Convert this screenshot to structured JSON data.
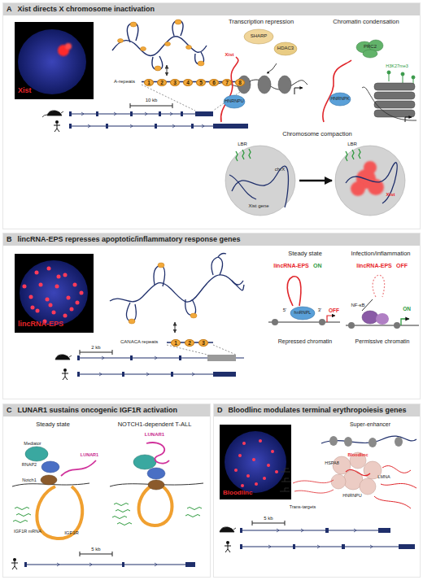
{
  "diagram": {
    "nodes": [
      {
        "text": [
          "A",
          "Xist directs X chromosome inactivation"
        ]
      },
      {
        "text": [
          "1"
        ],
        "in": 0
      },
      {
        "text": [
          "2"
        ],
        "in": 0
      },
      {
        "text": [
          "3"
        ],
        "in": 0
      },
      {
        "text": [
          "4"
        ],
        "in": 0
      },
      {
        "text": [
          "5"
        ],
        "in": 0
      },
      {
        "text": [
          "6"
        ],
        "in": 0
      },
      {
        "text": [
          "7"
        ],
        "in": 0
      },
      {
        "text": [
          "8"
        ],
        "in": 0
      },
      {
        "text": [
          "B",
          "lincRNA-EPS represses apoptotic/inflammatory response genes"
        ]
      },
      {
        "text": [
          "1"
        ],
        "in": 9
      },
      {
        "text": [
          "2"
        ],
        "in": 9
      },
      {
        "text": [
          "3"
        ],
        "in": 9
      },
      {
        "text": [
          "C",
          "LUNAR1 sustains oncogenic IGF1R activation"
        ]
      },
      {
        "text": [
          "D",
          "Bloodlinc modulates terminal erythropoiesis genes"
        ]
      }
    ],
    "labels": [
      "Xist",
      "A-repeats",
      "10 kb",
      "Transcription repression",
      "SHARP",
      "HDAC3",
      "Xist",
      "HNRNPU",
      "Chromatin condensation",
      "PRC2",
      "H3K27me3",
      "HNRNPK",
      "Chromosome compaction",
      "LBR",
      "chrX",
      "Xist gene",
      "LBR",
      "Xist",
      "lincRNA-EPS",
      "CANACA repeats",
      "2 kb",
      "Steady state",
      "Infection/inflammation",
      "lincRNA-EPS",
      "ON",
      "hnRNPL",
      "5'",
      "3'",
      "OFF",
      "Repressed chromatin",
      "lincRNA-EPS",
      "OFF",
      "NF-κB",
      "ON",
      "Permissive chromatin",
      "Steady state",
      "NOTCH1-dependent T-ALL",
      "Mediator",
      "RNAP2",
      "Notch1",
      "LUNAR1",
      "IGF1R mRNA",
      "IGF1R",
      "LUNAR1",
      "5 kb",
      "Bloodlinc",
      "Super-enhancer",
      "HSPA8",
      "Bloodlinc",
      "LMNA",
      "HNRNPU",
      "Trans-targets",
      "5 kb"
    ]
  }
}
